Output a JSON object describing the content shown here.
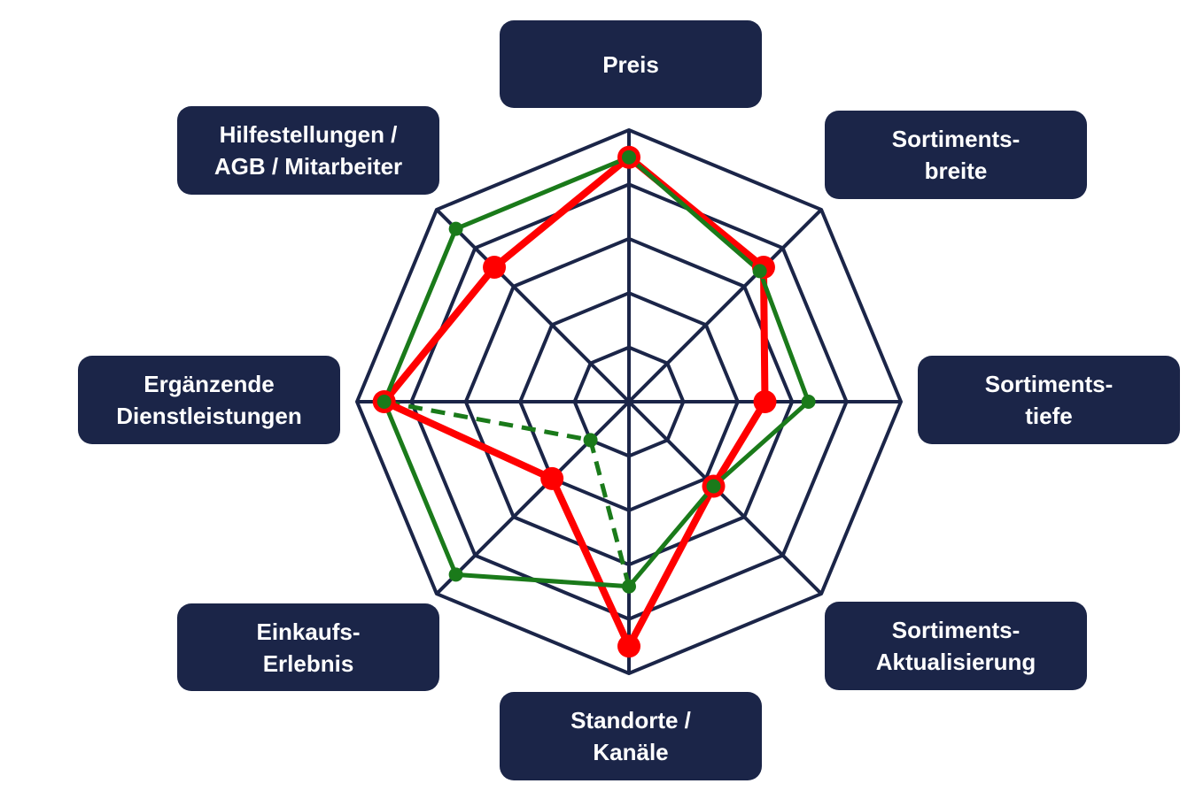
{
  "chart_data": {
    "type": "radar",
    "axes": [
      "Preis",
      "Sortiments-\nbreite",
      "Sortiments-\ntiefe",
      "Sortiments-\nAktualisierung",
      "Standorte /\nKanäle",
      "Einkaufs-\nErlebnis",
      "Ergänzende\nDienstleistungen",
      "Hilfestellungen /\nAGB / Mitarbeiter"
    ],
    "rings": 5,
    "range": [
      0,
      5
    ],
    "series": [
      {
        "color": "#ff0000",
        "style": "solid-thick",
        "values": [
          4.5,
          3.5,
          2.5,
          2.2,
          4.5,
          2.0,
          4.5,
          3.5
        ]
      },
      {
        "color": "#1a7a1a",
        "style": "solid",
        "values": [
          4.5,
          3.4,
          3.3,
          2.2,
          3.4,
          4.5,
          4.5,
          4.5
        ]
      },
      {
        "color": "#1a7a1a",
        "style": "dashed",
        "values": [
          null,
          null,
          null,
          null,
          3.4,
          1.0,
          4.5,
          null
        ],
        "note_segment": "Einkaufs-Erlebnis low point"
      }
    ],
    "grid_color": "#1b2548"
  }
}
